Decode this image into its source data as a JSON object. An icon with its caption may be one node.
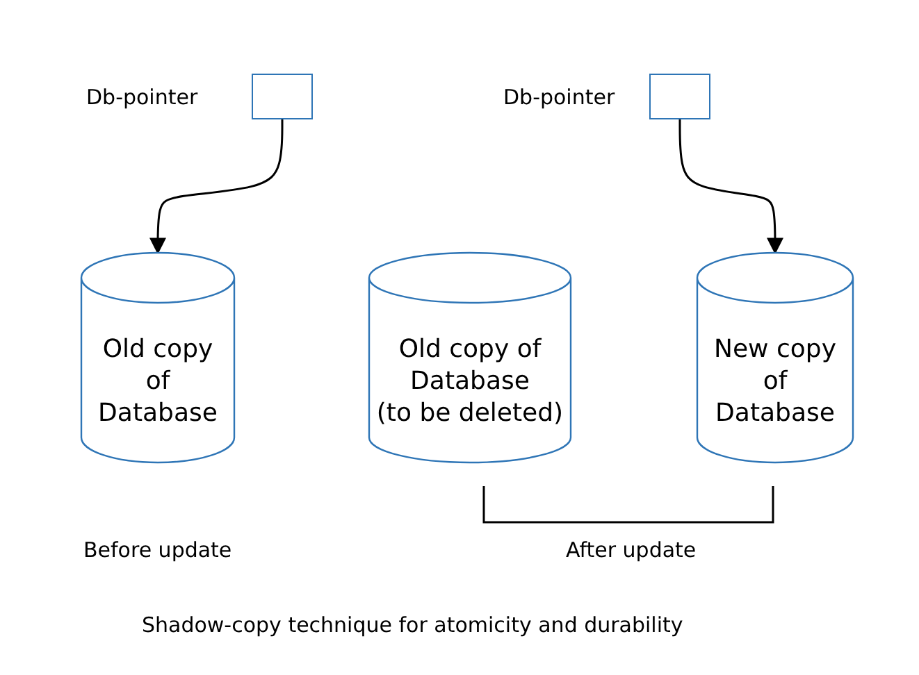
{
  "diagram": {
    "caption": "Shadow-copy technique for atomicity and durability",
    "nodes": [
      {
        "text": [],
        "shape": "box",
        "beside": [
          "Db-pointer"
        ]
      },
      {
        "text": [
          "Old copy of Database"
        ]
      },
      {
        "text": [],
        "shape": "box",
        "beside": [
          "Db-pointer"
        ]
      },
      {
        "text": [
          "Old copy of Database",
          "(to be deleted)"
        ]
      },
      {
        "text": [
          "New copy of Database"
        ]
      }
    ],
    "edges": [
      {
        "from": 0,
        "to": 1,
        "arrow": "to"
      },
      {
        "from": 2,
        "to": 4,
        "arrow": "to"
      }
    ],
    "labels": [
      "Before update",
      "After update"
    ]
  }
}
